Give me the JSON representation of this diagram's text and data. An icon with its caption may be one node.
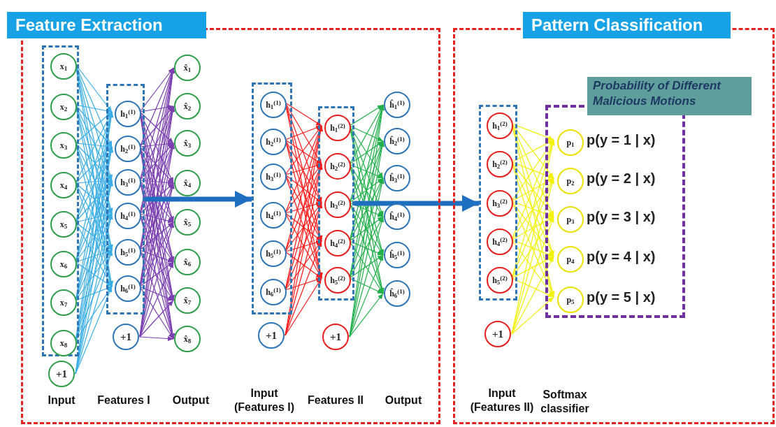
{
  "diagram": {
    "nodes": [
      {
        "text": [
          "Feature Extraction"
        ]
      },
      {
        "text": [],
        "shape": "box",
        "in": 0
      },
      {
        "text": [
          "x$_{1}$"
        ],
        "in": 1
      },
      {
        "text": [
          "x$_{2}$"
        ],
        "in": 1
      },
      {
        "text": [
          "x$_{3}$"
        ],
        "in": 1
      },
      {
        "text": [
          "x$_{4}$"
        ],
        "in": 1
      },
      {
        "text": [
          "x$_{5}$"
        ],
        "in": 1
      },
      {
        "text": [
          "x$_{6}$"
        ],
        "in": 1
      },
      {
        "text": [
          "x$_{7}$"
        ],
        "in": 1
      },
      {
        "text": [
          "x$_{8}$"
        ],
        "in": 1
      },
      {
        "text": [
          "+1"
        ],
        "in": 0
      },
      {
        "text": [],
        "shape": "box",
        "in": 0
      },
      {
        "text": [
          "h$_{1}$$^{(1)}$"
        ],
        "in": 11
      },
      {
        "text": [
          "h$_{2}$$^{(1)}$"
        ],
        "in": 11
      },
      {
        "text": [
          "h$_{3}$$^{(1)}$"
        ],
        "in": 11
      },
      {
        "text": [
          "h$_{4}$$^{(1)}$"
        ],
        "in": 11
      },
      {
        "text": [
          "h$_{5}$$^{(1)}$"
        ],
        "in": 11
      },
      {
        "text": [
          "h$_{6}$$^{(1)}$"
        ],
        "in": 11
      },
      {
        "text": [
          "+1"
        ],
        "in": 0
      },
      {
        "text": [
          "x̂$_{1}$"
        ],
        "in": 0
      },
      {
        "text": [
          "x̂$_{2}$"
        ],
        "in": 0
      },
      {
        "text": [
          "x̂$_{3}$"
        ],
        "in": 0
      },
      {
        "text": [
          "x̂$_{4}$"
        ],
        "in": 0
      },
      {
        "text": [
          "x̂$_{5}$"
        ],
        "in": 0
      },
      {
        "text": [
          "x̂$_{6}$"
        ],
        "in": 0
      },
      {
        "text": [
          "x̂$_{7}$"
        ],
        "in": 0
      },
      {
        "text": [
          "x̂$_{8}$"
        ],
        "in": 0
      },
      {
        "text": [],
        "shape": "box",
        "in": 0
      },
      {
        "text": [
          "h$_{1}$$^{(1)}$"
        ],
        "in": 27
      },
      {
        "text": [
          "h$_{2}$$^{(1)}$"
        ],
        "in": 27
      },
      {
        "text": [
          "h$_{3}$$^{(1)}$"
        ],
        "in": 27
      },
      {
        "text": [
          "h$_{4}$$^{(1)}$"
        ],
        "in": 27
      },
      {
        "text": [
          "h$_{5}$$^{(1)}$"
        ],
        "in": 27
      },
      {
        "text": [
          "h$_{6}$$^{(1)}$"
        ],
        "in": 27
      },
      {
        "text": [
          "+1"
        ],
        "in": 0
      },
      {
        "text": [],
        "shape": "box",
        "in": 0
      },
      {
        "text": [
          "h$_{1}$$^{(2)}$"
        ],
        "in": 35
      },
      {
        "text": [
          "h$_{2}$$^{(2)}$"
        ],
        "in": 35
      },
      {
        "text": [
          "h$_{3}$$^{(2)}$"
        ],
        "in": 35
      },
      {
        "text": [
          "h$_{4}$$^{(2)}$"
        ],
        "in": 35
      },
      {
        "text": [
          "h$_{5}$$^{(2)}$"
        ],
        "in": 35
      },
      {
        "text": [
          "+1"
        ],
        "in": 0
      },
      {
        "text": [
          "ĥ$_{1}$$^{(1)}$"
        ],
        "in": 0
      },
      {
        "text": [
          "ĥ$_{2}$$^{(1)}$"
        ],
        "in": 0
      },
      {
        "text": [
          "ĥ$_{3}$$^{(1)}$"
        ],
        "in": 0
      },
      {
        "text": [
          "ĥ$_{4}$$^{(1)}$"
        ],
        "in": 0
      },
      {
        "text": [
          "ĥ$_{5}$$^{(1)}$"
        ],
        "in": 0
      },
      {
        "text": [
          "ĥ$_{6}$$^{(1)}$"
        ],
        "in": 0
      },
      {
        "text": [
          "Pattern Classification"
        ]
      },
      {
        "text": [],
        "shape": "box",
        "in": 48
      },
      {
        "text": [
          "h$_{1}$$^{(2)}$"
        ],
        "in": 49
      },
      {
        "text": [
          "h$_{2}$$^{(2)}$"
        ],
        "in": 49
      },
      {
        "text": [
          "h$_{3}$$^{(2)}$"
        ],
        "in": 49
      },
      {
        "text": [
          "h$_{4}$$^{(2)}$"
        ],
        "in": 49
      },
      {
        "text": [
          "h$_{5}$$^{(2)}$"
        ],
        "in": 49
      },
      {
        "text": [
          "+1"
        ],
        "in": 48
      },
      {
        "text": [
          "Probability of Different Malicious Motions"
        ],
        "in": 48
      },
      {
        "text": [],
        "shape": "box",
        "in": 48
      },
      {
        "text": [
          "p$_{1}$"
        ],
        "in": 57,
        "beside": [
          "p(y = 1 | x)"
        ]
      },
      {
        "text": [
          "p$_{2}$"
        ],
        "in": 57,
        "beside": [
          "p(y = 2 | x)"
        ]
      },
      {
        "text": [
          "p$_{3}$"
        ],
        "in": 57,
        "beside": [
          "p(y = 3 | x)"
        ]
      },
      {
        "text": [
          "p$_{4}$"
        ],
        "in": 57,
        "beside": [
          "p(y = 4 | x)"
        ]
      },
      {
        "text": [
          "p$_{5}$"
        ],
        "in": 57,
        "beside": [
          "p(y = 5 | x)"
        ]
      }
    ],
    "edges": [
      {
        "from": 2,
        "to": 12,
        "arrow": "to",
        "color": "#3aaee6"
      },
      {
        "from": 2,
        "to": 13,
        "arrow": "to",
        "color": "#3aaee6"
      },
      {
        "from": 2,
        "to": 14,
        "arrow": "to",
        "color": "#3aaee6"
      },
      {
        "from": 2,
        "to": 15,
        "arrow": "to",
        "color": "#3aaee6"
      },
      {
        "from": 2,
        "to": 16,
        "arrow": "to",
        "color": "#3aaee6"
      },
      {
        "from": 2,
        "to": 17,
        "arrow": "to",
        "color": "#3aaee6"
      },
      {
        "from": 3,
        "to": 12,
        "arrow": "to",
        "color": "#3aaee6"
      },
      {
        "from": 3,
        "to": 13,
        "arrow": "to",
        "color": "#3aaee6"
      },
      {
        "from": 3,
        "to": 14,
        "arrow": "to",
        "color": "#3aaee6"
      },
      {
        "from": 3,
        "to": 15,
        "arrow": "to",
        "color": "#3aaee6"
      },
      {
        "from": 3,
        "to": 16,
        "arrow": "to",
        "color": "#3aaee6"
      },
      {
        "from": 3,
        "to": 17,
        "arrow": "to",
        "color": "#3aaee6"
      },
      {
        "from": 4,
        "to": 12,
        "arrow": "to",
        "color": "#3aaee6"
      },
      {
        "from": 4,
        "to": 13,
        "arrow": "to",
        "color": "#3aaee6"
      },
      {
        "from": 4,
        "to": 14,
        "arrow": "to",
        "color": "#3aaee6"
      },
      {
        "from": 4,
        "to": 15,
        "arrow": "to",
        "color": "#3aaee6"
      },
      {
        "from": 4,
        "to": 16,
        "arrow": "to",
        "color": "#3aaee6"
      },
      {
        "from": 4,
        "to": 17,
        "arrow": "to",
        "color": "#3aaee6"
      },
      {
        "from": 5,
        "to": 12,
        "arrow": "to",
        "color": "#3aaee6"
      },
      {
        "from": 5,
        "to": 13,
        "arrow": "to",
        "color": "#3aaee6"
      },
      {
        "from": 5,
        "to": 14,
        "arrow": "to",
        "color": "#3aaee6"
      },
      {
        "from": 5,
        "to": 15,
        "arrow": "to",
        "color": "#3aaee6"
      },
      {
        "from": 5,
        "to": 16,
        "arrow": "to",
        "color": "#3aaee6"
      },
      {
        "from": 5,
        "to": 17,
        "arrow": "to",
        "color": "#3aaee6"
      },
      {
        "from": 6,
        "to": 12,
        "arrow": "to",
        "color": "#3aaee6"
      },
      {
        "from": 6,
        "to": 13,
        "arrow": "to",
        "color": "#3aaee6"
      },
      {
        "from": 6,
        "to": 14,
        "arrow": "to",
        "color": "#3aaee6"
      },
      {
        "from": 6,
        "to": 15,
        "arrow": "to",
        "color": "#3aaee6"
      },
      {
        "from": 6,
        "to": 16,
        "arrow": "to",
        "color": "#3aaee6"
      },
      {
        "from": 6,
        "to": 17,
        "arrow": "to",
        "color": "#3aaee6"
      },
      {
        "from": 7,
        "to": 12,
        "arrow": "to",
        "color": "#3aaee6"
      },
      {
        "from": 7,
        "to": 13,
        "arrow": "to",
        "color": "#3aaee6"
      },
      {
        "from": 7,
        "to": 14,
        "arrow": "to",
        "color": "#3aaee6"
      },
      {
        "from": 7,
        "to": 15,
        "arrow": "to",
        "color": "#3aaee6"
      },
      {
        "from": 7,
        "to": 16,
        "arrow": "to",
        "color": "#3aaee6"
      },
      {
        "from": 7,
        "to": 17,
        "arrow": "to",
        "color": "#3aaee6"
      },
      {
        "from": 8,
        "to": 12,
        "arrow": "to",
        "color": "#3aaee6"
      },
      {
        "from": 8,
        "to": 13,
        "arrow": "to",
        "color": "#3aaee6"
      },
      {
        "from": 8,
        "to": 14,
        "arrow": "to",
        "color": "#3aaee6"
      },
      {
        "from": 8,
        "to": 15,
        "arrow": "to",
        "color": "#3aaee6"
      },
      {
        "from": 8,
        "to": 16,
        "arrow": "to",
        "color": "#3aaee6"
      },
      {
        "from": 8,
        "to": 17,
        "arrow": "to",
        "color": "#3aaee6"
      },
      {
        "from": 9,
        "to": 12,
        "arrow": "to",
        "color": "#3aaee6"
      },
      {
        "from": 9,
        "to": 13,
        "arrow": "to",
        "color": "#3aaee6"
      },
      {
        "from": 9,
        "to": 14,
        "arrow": "to",
        "color": "#3aaee6"
      },
      {
        "from": 9,
        "to": 15,
        "arrow": "to",
        "color": "#3aaee6"
      },
      {
        "from": 9,
        "to": 16,
        "arrow": "to",
        "color": "#3aaee6"
      },
      {
        "from": 9,
        "to": 17,
        "arrow": "to",
        "color": "#3aaee6"
      },
      {
        "from": 10,
        "to": 12,
        "arrow": "to",
        "color": "#3aaee6"
      },
      {
        "from": 10,
        "to": 13,
        "arrow": "to",
        "color": "#3aaee6"
      },
      {
        "from": 10,
        "to": 14,
        "arrow": "to",
        "color": "#3aaee6"
      },
      {
        "from": 10,
        "to": 15,
        "arrow": "to",
        "color": "#3aaee6"
      },
      {
        "from": 10,
        "to": 16,
        "arrow": "to",
        "color": "#3aaee6"
      },
      {
        "from": 10,
        "to": 17,
        "arrow": "to",
        "color": "#3aaee6"
      },
      {
        "from": 12,
        "to": 19,
        "arrow": "to",
        "color": "#7b3fb0"
      },
      {
        "from": 12,
        "to": 20,
        "arrow": "to",
        "color": "#7b3fb0"
      },
      {
        "from": 12,
        "to": 21,
        "arrow": "to",
        "color": "#7b3fb0"
      },
      {
        "from": 12,
        "to": 22,
        "arrow": "to",
        "color": "#7b3fb0"
      },
      {
        "from": 12,
        "to": 23,
        "arrow": "to",
        "color": "#7b3fb0"
      },
      {
        "from": 12,
        "to": 24,
        "arrow": "to",
        "color": "#7b3fb0"
      },
      {
        "from": 12,
        "to": 25,
        "arrow": "to",
        "color": "#7b3fb0"
      },
      {
        "from": 12,
        "to": 26,
        "arrow": "to",
        "color": "#7b3fb0"
      },
      {
        "from": 13,
        "to": 19,
        "arrow": "to",
        "color": "#7b3fb0"
      },
      {
        "from": 13,
        "to": 20,
        "arrow": "to",
        "color": "#7b3fb0"
      },
      {
        "from": 13,
        "to": 21,
        "arrow": "to",
        "color": "#7b3fb0"
      },
      {
        "from": 13,
        "to": 22,
        "arrow": "to",
        "color": "#7b3fb0"
      },
      {
        "from": 13,
        "to": 23,
        "arrow": "to",
        "color": "#7b3fb0"
      },
      {
        "from": 13,
        "to": 24,
        "arrow": "to",
        "color": "#7b3fb0"
      },
      {
        "from": 13,
        "to": 25,
        "arrow": "to",
        "color": "#7b3fb0"
      },
      {
        "from": 13,
        "to": 26,
        "arrow": "to",
        "color": "#7b3fb0"
      },
      {
        "from": 14,
        "to": 19,
        "arrow": "to",
        "color": "#7b3fb0"
      },
      {
        "from": 14,
        "to": 20,
        "arrow": "to",
        "color": "#7b3fb0"
      },
      {
        "from": 14,
        "to": 21,
        "arrow": "to",
        "color": "#7b3fb0"
      },
      {
        "from": 14,
        "to": 22,
        "arrow": "to",
        "color": "#7b3fb0"
      },
      {
        "from": 14,
        "to": 23,
        "arrow": "to",
        "color": "#7b3fb0"
      },
      {
        "from": 14,
        "to": 24,
        "arrow": "to",
        "color": "#7b3fb0"
      },
      {
        "from": 14,
        "to": 25,
        "arrow": "to",
        "color": "#7b3fb0"
      },
      {
        "from": 14,
        "to": 26,
        "arrow": "to",
        "color": "#7b3fb0"
      },
      {
        "from": 15,
        "to": 19,
        "arrow": "to",
        "color": "#7b3fb0"
      },
      {
        "from": 15,
        "to": 20,
        "arrow": "to",
        "color": "#7b3fb0"
      },
      {
        "from": 15,
        "to": 21,
        "arrow": "to",
        "color": "#7b3fb0"
      },
      {
        "from": 15,
        "to": 22,
        "arrow": "to",
        "color": "#7b3fb0"
      },
      {
        "from": 15,
        "to": 23,
        "arrow": "to",
        "color": "#7b3fb0"
      },
      {
        "from": 15,
        "to": 24,
        "arrow": "to",
        "color": "#7b3fb0"
      },
      {
        "from": 15,
        "to": 25,
        "arrow": "to",
        "color": "#7b3fb0"
      },
      {
        "from": 15,
        "to": 26,
        "arrow": "to",
        "color": "#7b3fb0"
      },
      {
        "from": 16,
        "to": 19,
        "arrow": "to",
        "color": "#7b3fb0"
      },
      {
        "from": 16,
        "to": 20,
        "arrow": "to",
        "color": "#7b3fb0"
      },
      {
        "from": 16,
        "to": 21,
        "arrow": "to",
        "color": "#7b3fb0"
      },
      {
        "from": 16,
        "to": 22,
        "arrow": "to",
        "color": "#7b3fb0"
      },
      {
        "from": 16,
        "to": 23,
        "arrow": "to",
        "color": "#7b3fb0"
      },
      {
        "from": 16,
        "to": 24,
        "arrow": "to",
        "color": "#7b3fb0"
      },
      {
        "from": 16,
        "to": 25,
        "arrow": "to",
        "color": "#7b3fb0"
      },
      {
        "from": 16,
        "to": 26,
        "arrow": "to",
        "color": "#7b3fb0"
      },
      {
        "from": 17,
        "to": 19,
        "arrow": "to",
        "color": "#7b3fb0"
      },
      {
        "from": 17,
        "to": 20,
        "arrow": "to",
        "color": "#7b3fb0"
      },
      {
        "from": 17,
        "to": 21,
        "arrow": "to",
        "color": "#7b3fb0"
      },
      {
        "from": 17,
        "to": 22,
        "arrow": "to",
        "color": "#7b3fb0"
      },
      {
        "from": 17,
        "to": 23,
        "arrow": "to",
        "color": "#7b3fb0"
      },
      {
        "from": 17,
        "to": 24,
        "arrow": "to",
        "color": "#7b3fb0"
      },
      {
        "from": 17,
        "to": 25,
        "arrow": "to",
        "color": "#7b3fb0"
      },
      {
        "from": 17,
        "to": 26,
        "arrow": "to",
        "color": "#7b3fb0"
      },
      {
        "from": 18,
        "to": 19,
        "arrow": "to",
        "color": "#7b3fb0"
      },
      {
        "from": 18,
        "to": 20,
        "arrow": "to",
        "color": "#7b3fb0"
      },
      {
        "from": 18,
        "to": 21,
        "arrow": "to",
        "color": "#7b3fb0"
      },
      {
        "from": 18,
        "to": 22,
        "arrow": "to",
        "color": "#7b3fb0"
      },
      {
        "from": 18,
        "to": 23,
        "arrow": "to",
        "color": "#7b3fb0"
      },
      {
        "from": 18,
        "to": 24,
        "arrow": "to",
        "color": "#7b3fb0"
      },
      {
        "from": 18,
        "to": 25,
        "arrow": "to",
        "color": "#7b3fb0"
      },
      {
        "from": 18,
        "to": 26,
        "arrow": "to",
        "color": "#7b3fb0"
      },
      {
        "from": 11,
        "to": 27,
        "arrow": "to",
        "style": "thick",
        "color": "#1f6fc1"
      },
      {
        "from": 28,
        "to": 36,
        "arrow": "to",
        "color": "#ff1a1a"
      },
      {
        "from": 28,
        "to": 37,
        "arrow": "to",
        "color": "#ff1a1a"
      },
      {
        "from": 28,
        "to": 38,
        "arrow": "to",
        "color": "#ff1a1a"
      },
      {
        "from": 28,
        "to": 39,
        "arrow": "to",
        "color": "#ff1a1a"
      },
      {
        "from": 28,
        "to": 40,
        "arrow": "to",
        "color": "#ff1a1a"
      },
      {
        "from": 29,
        "to": 36,
        "arrow": "to",
        "color": "#ff1a1a"
      },
      {
        "from": 29,
        "to": 37,
        "arrow": "to",
        "color": "#ff1a1a"
      },
      {
        "from": 29,
        "to": 38,
        "arrow": "to",
        "color": "#ff1a1a"
      },
      {
        "from": 29,
        "to": 39,
        "arrow": "to",
        "color": "#ff1a1a"
      },
      {
        "from": 29,
        "to": 40,
        "arrow": "to",
        "color": "#ff1a1a"
      },
      {
        "from": 30,
        "to": 36,
        "arrow": "to",
        "color": "#ff1a1a"
      },
      {
        "from": 30,
        "to": 37,
        "arrow": "to",
        "color": "#ff1a1a"
      },
      {
        "from": 30,
        "to": 38,
        "arrow": "to",
        "color": "#ff1a1a"
      },
      {
        "from": 30,
        "to": 39,
        "arrow": "to",
        "color": "#ff1a1a"
      },
      {
        "from": 30,
        "to": 40,
        "arrow": "to",
        "color": "#ff1a1a"
      },
      {
        "from": 31,
        "to": 36,
        "arrow": "to",
        "color": "#ff1a1a"
      },
      {
        "from": 31,
        "to": 37,
        "arrow": "to",
        "color": "#ff1a1a"
      },
      {
        "from": 31,
        "to": 38,
        "arrow": "to",
        "color": "#ff1a1a"
      },
      {
        "from": 31,
        "to": 39,
        "arrow": "to",
        "color": "#ff1a1a"
      },
      {
        "from": 31,
        "to": 40,
        "arrow": "to",
        "color": "#ff1a1a"
      },
      {
        "from": 32,
        "to": 36,
        "arrow": "to",
        "color": "#ff1a1a"
      },
      {
        "from": 32,
        "to": 37,
        "arrow": "to",
        "color": "#ff1a1a"
      },
      {
        "from": 32,
        "to": 38,
        "arrow": "to",
        "color": "#ff1a1a"
      },
      {
        "from": 32,
        "to": 39,
        "arrow": "to",
        "color": "#ff1a1a"
      },
      {
        "from": 32,
        "to": 40,
        "arrow": "to",
        "color": "#ff1a1a"
      },
      {
        "from": 33,
        "to": 36,
        "arrow": "to",
        "color": "#ff1a1a"
      },
      {
        "from": 33,
        "to": 37,
        "arrow": "to",
        "color": "#ff1a1a"
      },
      {
        "from": 33,
        "to": 38,
        "arrow": "to",
        "color": "#ff1a1a"
      },
      {
        "from": 33,
        "to": 39,
        "arrow": "to",
        "color": "#ff1a1a"
      },
      {
        "from": 33,
        "to": 40,
        "arrow": "to",
        "color": "#ff1a1a"
      },
      {
        "from": 34,
        "to": 36,
        "arrow": "to",
        "color": "#ff1a1a"
      },
      {
        "from": 34,
        "to": 37,
        "arrow": "to",
        "color": "#ff1a1a"
      },
      {
        "from": 34,
        "to": 38,
        "arrow": "to",
        "color": "#ff1a1a"
      },
      {
        "from": 34,
        "to": 39,
        "arrow": "to",
        "color": "#ff1a1a"
      },
      {
        "from": 34,
        "to": 40,
        "arrow": "to",
        "color": "#ff1a1a"
      },
      {
        "from": 36,
        "to": 42,
        "arrow": "to",
        "color": "#22b04b"
      },
      {
        "from": 36,
        "to": 43,
        "arrow": "to",
        "color": "#22b04b"
      },
      {
        "from": 36,
        "to": 44,
        "arrow": "to",
        "color": "#22b04b"
      },
      {
        "from": 36,
        "to": 45,
        "arrow": "to",
        "color": "#22b04b"
      },
      {
        "from": 36,
        "to": 46,
        "arrow": "to",
        "color": "#22b04b"
      },
      {
        "from": 36,
        "to": 47,
        "arrow": "to",
        "color": "#22b04b"
      },
      {
        "from": 37,
        "to": 42,
        "arrow": "to",
        "color": "#22b04b"
      },
      {
        "from": 37,
        "to": 43,
        "arrow": "to",
        "color": "#22b04b"
      },
      {
        "from": 37,
        "to": 44,
        "arrow": "to",
        "color": "#22b04b"
      },
      {
        "from": 37,
        "to": 45,
        "arrow": "to",
        "color": "#22b04b"
      },
      {
        "from": 37,
        "to": 46,
        "arrow": "to",
        "color": "#22b04b"
      },
      {
        "from": 37,
        "to": 47,
        "arrow": "to",
        "color": "#22b04b"
      },
      {
        "from": 38,
        "to": 42,
        "arrow": "to",
        "color": "#22b04b"
      },
      {
        "from": 38,
        "to": 43,
        "arrow": "to",
        "color": "#22b04b"
      },
      {
        "from": 38,
        "to": 44,
        "arrow": "to",
        "color": "#22b04b"
      },
      {
        "from": 38,
        "to": 45,
        "arrow": "to",
        "color": "#22b04b"
      },
      {
        "from": 38,
        "to": 46,
        "arrow": "to",
        "color": "#22b04b"
      },
      {
        "from": 38,
        "to": 47,
        "arrow": "to",
        "color": "#22b04b"
      },
      {
        "from": 39,
        "to": 42,
        "arrow": "to",
        "color": "#22b04b"
      },
      {
        "from": 39,
        "to": 43,
        "arrow": "to",
        "color": "#22b04b"
      },
      {
        "from": 39,
        "to": 44,
        "arrow": "to",
        "color": "#22b04b"
      },
      {
        "from": 39,
        "to": 45,
        "arrow": "to",
        "color": "#22b04b"
      },
      {
        "from": 39,
        "to": 46,
        "arrow": "to",
        "color": "#22b04b"
      },
      {
        "from": 39,
        "to": 47,
        "arrow": "to",
        "color": "#22b04b"
      },
      {
        "from": 40,
        "to": 42,
        "arrow": "to",
        "color": "#22b04b"
      },
      {
        "from": 40,
        "to": 43,
        "arrow": "to",
        "color": "#22b04b"
      },
      {
        "from": 40,
        "to": 44,
        "arrow": "to",
        "color": "#22b04b"
      },
      {
        "from": 40,
        "to": 45,
        "arrow": "to",
        "color": "#22b04b"
      },
      {
        "from": 40,
        "to": 46,
        "arrow": "to",
        "color": "#22b04b"
      },
      {
        "from": 40,
        "to": 47,
        "arrow": "to",
        "color": "#22b04b"
      },
      {
        "from": 41,
        "to": 42,
        "arrow": "to",
        "color": "#22b04b"
      },
      {
        "from": 41,
        "to": 43,
        "arrow": "to",
        "color": "#22b04b"
      },
      {
        "from": 41,
        "to": 44,
        "arrow": "to",
        "color": "#22b04b"
      },
      {
        "from": 41,
        "to": 45,
        "arrow": "to",
        "color": "#22b04b"
      },
      {
        "from": 41,
        "to": 46,
        "arrow": "to",
        "color": "#22b04b"
      },
      {
        "from": 41,
        "to": 47,
        "arrow": "to",
        "color": "#22b04b"
      },
      {
        "from": 35,
        "to": 49,
        "arrow": "to",
        "style": "thick",
        "color": "#1f6fc1"
      },
      {
        "from": 50,
        "to": 58,
        "arrow": "to",
        "color": "#f2f20a"
      },
      {
        "from": 50,
        "to": 59,
        "arrow": "to",
        "color": "#f2f20a"
      },
      {
        "from": 50,
        "to": 60,
        "arrow": "to",
        "color": "#f2f20a"
      },
      {
        "from": 50,
        "to": 61,
        "arrow": "to",
        "color": "#f2f20a"
      },
      {
        "from": 50,
        "to": 62,
        "arrow": "to",
        "color": "#f2f20a"
      },
      {
        "from": 51,
        "to": 58,
        "arrow": "to",
        "color": "#f2f20a"
      },
      {
        "from": 51,
        "to": 59,
        "arrow": "to",
        "color": "#f2f20a"
      },
      {
        "from": 51,
        "to": 60,
        "arrow": "to",
        "color": "#f2f20a"
      },
      {
        "from": 51,
        "to": 61,
        "arrow": "to",
        "color": "#f2f20a"
      },
      {
        "from": 51,
        "to": 62,
        "arrow": "to",
        "color": "#f2f20a"
      },
      {
        "from": 52,
        "to": 58,
        "arrow": "to",
        "color": "#f2f20a"
      },
      {
        "from": 52,
        "to": 59,
        "arrow": "to",
        "color": "#f2f20a"
      },
      {
        "from": 52,
        "to": 60,
        "arrow": "to",
        "color": "#f2f20a"
      },
      {
        "from": 52,
        "to": 61,
        "arrow": "to",
        "color": "#f2f20a"
      },
      {
        "from": 52,
        "to": 62,
        "arrow": "to",
        "color": "#f2f20a"
      },
      {
        "from": 53,
        "to": 58,
        "arrow": "to",
        "color": "#f2f20a"
      },
      {
        "from": 53,
        "to": 59,
        "arrow": "to",
        "color": "#f2f20a"
      },
      {
        "from": 53,
        "to": 60,
        "arrow": "to",
        "color": "#f2f20a"
      },
      {
        "from": 53,
        "to": 61,
        "arrow": "to",
        "color": "#f2f20a"
      },
      {
        "from": 53,
        "to": 62,
        "arrow": "to",
        "color": "#f2f20a"
      },
      {
        "from": 54,
        "to": 58,
        "arrow": "to",
        "color": "#f2f20a"
      },
      {
        "from": 54,
        "to": 59,
        "arrow": "to",
        "color": "#f2f20a"
      },
      {
        "from": 54,
        "to": 60,
        "arrow": "to",
        "color": "#f2f20a"
      },
      {
        "from": 54,
        "to": 61,
        "arrow": "to",
        "color": "#f2f20a"
      },
      {
        "from": 54,
        "to": 62,
        "arrow": "to",
        "color": "#f2f20a"
      },
      {
        "from": 55,
        "to": 58,
        "arrow": "to",
        "color": "#f2f20a"
      },
      {
        "from": 55,
        "to": 59,
        "arrow": "to",
        "color": "#f2f20a"
      },
      {
        "from": 55,
        "to": 60,
        "arrow": "to",
        "color": "#f2f20a"
      },
      {
        "from": 55,
        "to": 61,
        "arrow": "to",
        "color": "#f2f20a"
      },
      {
        "from": 55,
        "to": 62,
        "arrow": "to",
        "color": "#f2f20a"
      }
    ],
    "labels": [
      "Input",
      "Features I",
      "Output",
      "Input (Features I)",
      "Features II",
      "Output",
      "Input (Features II)",
      "Softmax classifier"
    ]
  }
}
